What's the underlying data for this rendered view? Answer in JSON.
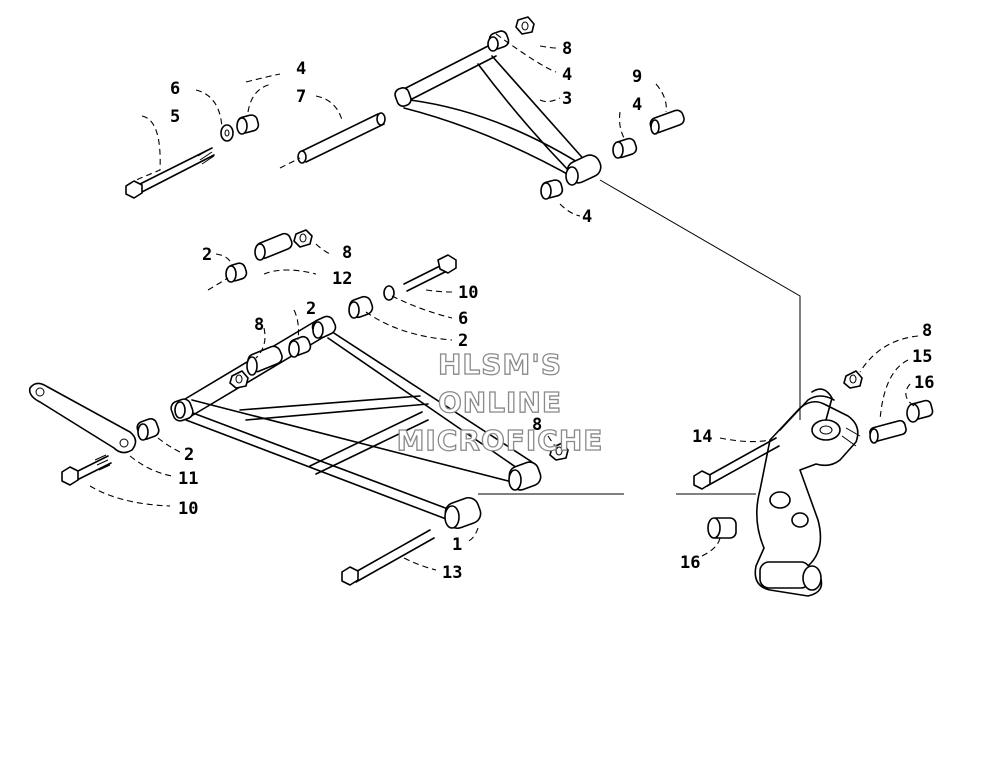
{
  "watermark": [
    "HLSM'S",
    "ONLINE",
    "MICROFICHE"
  ],
  "callouts": {
    "c1": "1",
    "c2a": "2",
    "c2b": "2",
    "c2c": "2",
    "c2d": "2",
    "c3": "3",
    "c4a": "4",
    "c4b": "4",
    "c4c": "4",
    "c4d": "4",
    "c5": "5",
    "c6a": "6",
    "c6b": "6",
    "c7": "7",
    "c8a": "8",
    "c8b": "8",
    "c8c": "8",
    "c8d": "8",
    "c8e": "8",
    "c9": "9",
    "c10a": "10",
    "c10b": "10",
    "c11": "11",
    "c12": "12",
    "c13": "13",
    "c14": "14",
    "c15": "15",
    "c16a": "16",
    "c16b": "16"
  }
}
